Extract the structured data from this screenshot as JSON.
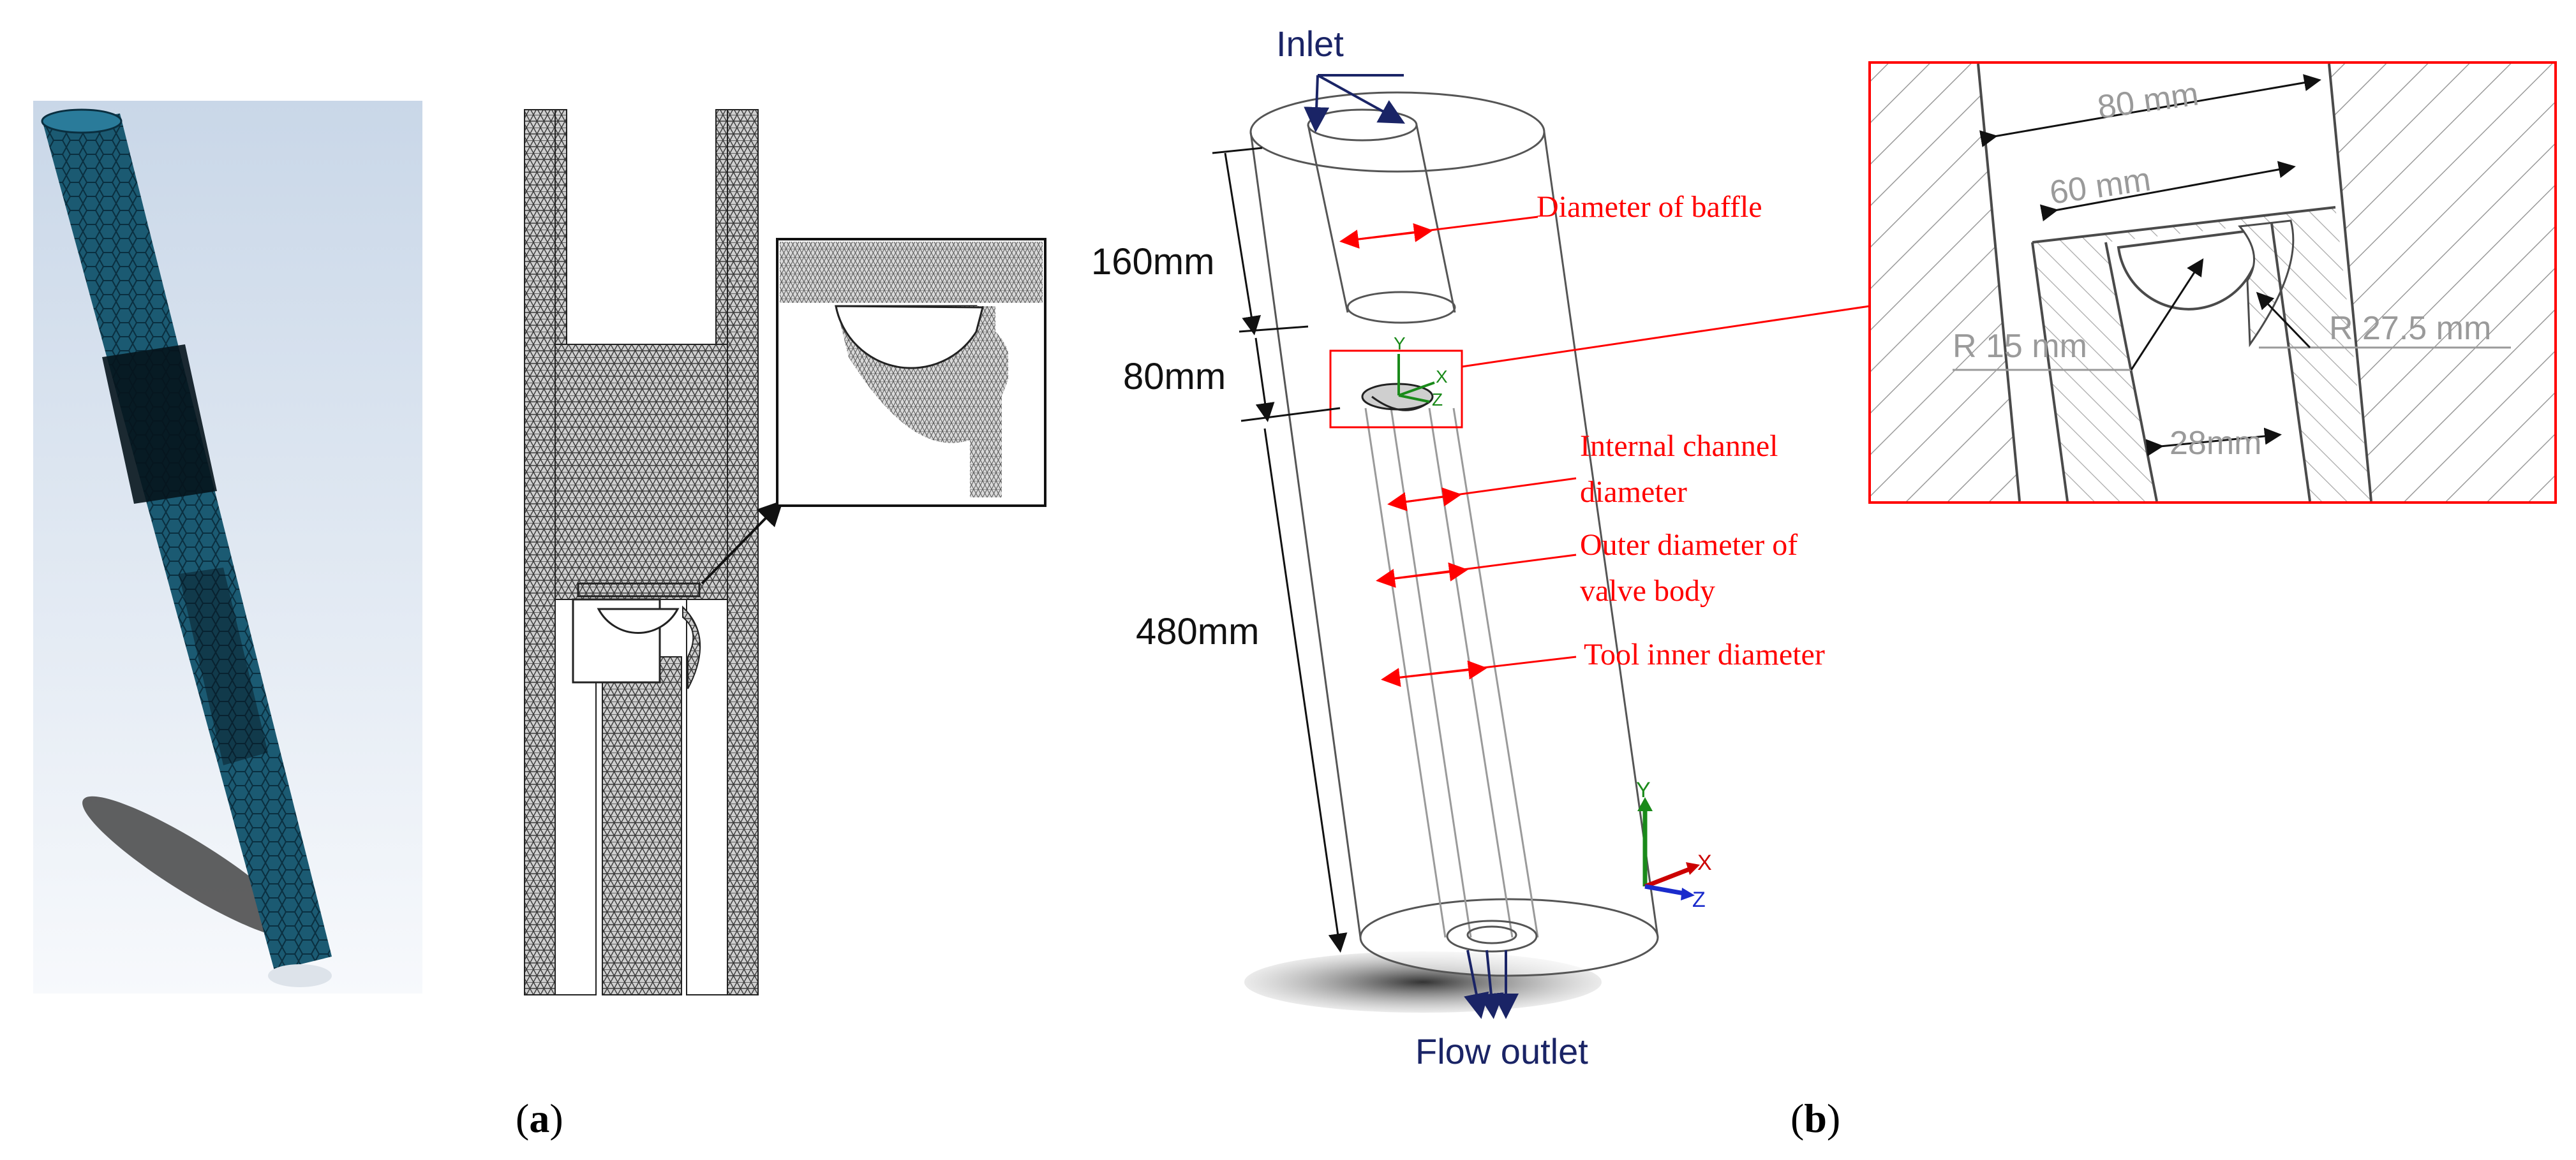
{
  "panel_a": {
    "label_open": "(",
    "label_letter": "a",
    "label_close": ")"
  },
  "panel_b": {
    "label_open": "(",
    "label_letter": "b",
    "label_close": ")",
    "inlet": "Inlet",
    "outlet": "Flow outlet",
    "dims": {
      "top": "160mm",
      "middle": "80mm",
      "bottom": "480mm"
    },
    "annotations": {
      "baffle": "Diameter of baffle",
      "channel_line1": "Internal channel",
      "channel_line2": "diameter",
      "outer_line1": "Outer diameter of",
      "outer_line2": "valve body",
      "tool": "Tool inner diameter"
    },
    "detail": {
      "d80": "80 mm",
      "d60": "60 mm",
      "r15": "R 15 mm",
      "r275": "R 27.5 mm",
      "d28": "28mm"
    },
    "axes": {
      "x": "X",
      "y": "Y",
      "z": "Z"
    }
  },
  "colors": {
    "annotation": "#ff0000",
    "navy_text": "#1a2466",
    "mesh_teal": "#1b5a72",
    "axis_x": "#cc0000",
    "axis_y": "#1a8a1a",
    "axis_z": "#1a2bcc"
  }
}
